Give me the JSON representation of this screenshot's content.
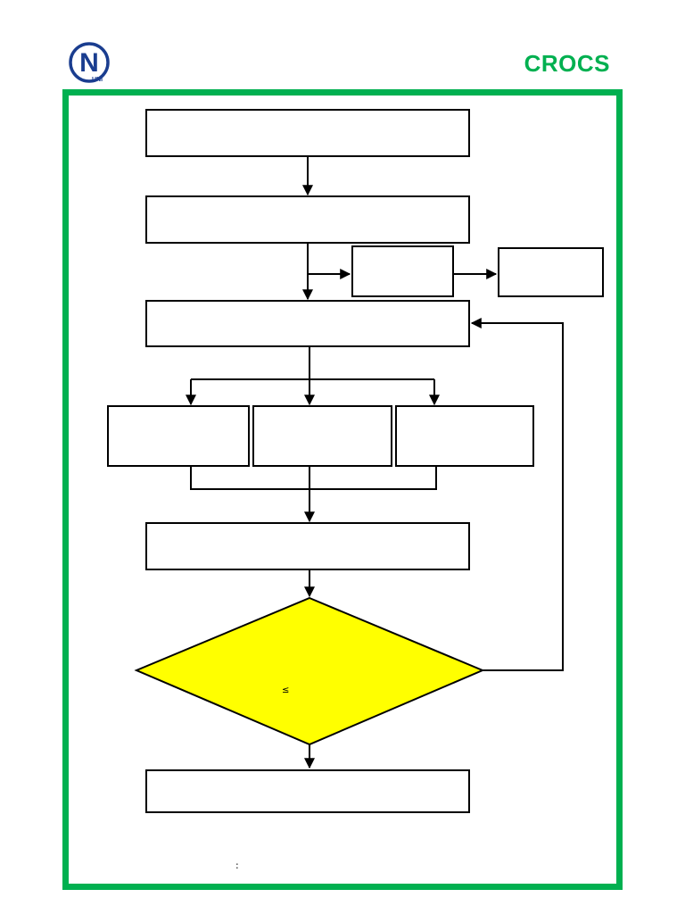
{
  "header": {
    "brand": "CROCS",
    "logo": {
      "letter": "N",
      "subtext": "UNI"
    }
  },
  "colors": {
    "frame": "#00b050",
    "brand": "#00b050",
    "decision_fill": "#ffff00",
    "logo": "#1a3d8f",
    "stroke": "#000000"
  },
  "diagram": {
    "decision_label": "≤",
    "footnote": ":"
  }
}
